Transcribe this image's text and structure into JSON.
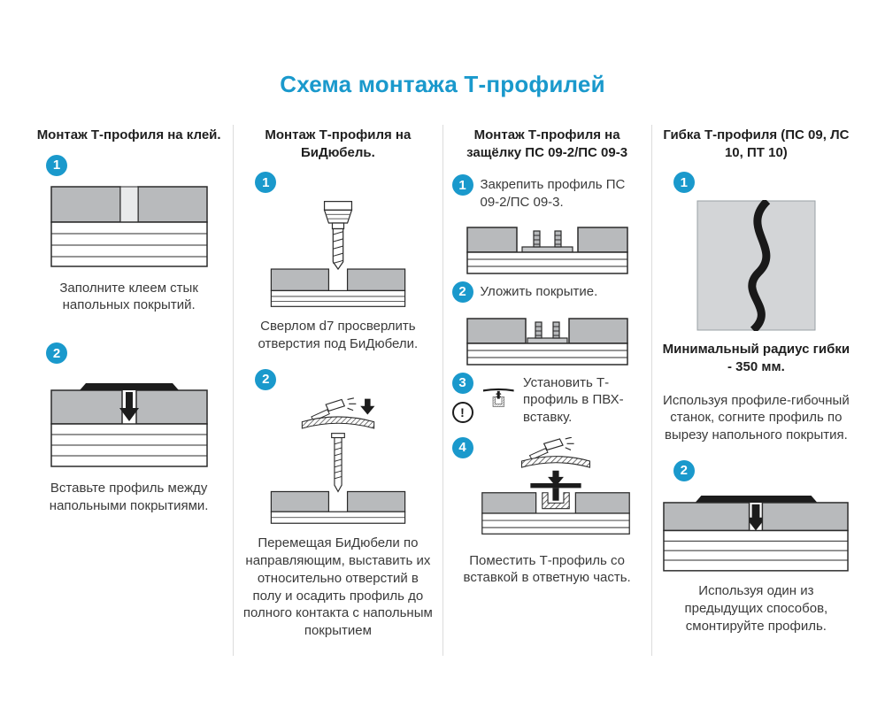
{
  "title": "Схема монтажа Т-профилей",
  "colors": {
    "accent": "#1a99cc",
    "covering_gray": "#b8babc",
    "profile_black": "#1c1c1c"
  },
  "col1": {
    "heading": "Монтаж Т-профиля на клей.",
    "step1": {
      "num": "1",
      "caption": "Заполните клеем стык напольных покрытий."
    },
    "step2": {
      "num": "2",
      "caption": "Вставьте профиль между напольными покрытиями."
    }
  },
  "col2": {
    "heading": "Монтаж Т-профиля на БиДюбель.",
    "step1": {
      "num": "1",
      "caption": "Сверлом d7 просверлить отверстия под БиДюбели."
    },
    "step2": {
      "num": "2",
      "caption": "Перемещая БиДюбели по направляющим, выставить их относительно отверстий в полу и осадить профиль до полного контакта с напольным покрытием"
    }
  },
  "col3": {
    "heading": "Монтаж Т-профиля на защёлку ПС 09-2/ПС 09-3",
    "step1": {
      "num": "1",
      "caption": "Закрепить профиль ПС 09-2/ПС 09-3."
    },
    "step2": {
      "num": "2",
      "caption": "Уложить покрытие."
    },
    "step3": {
      "num": "3",
      "warning_mark": "!",
      "caption": "Установить Т-профиль в ПВХ-вставку."
    },
    "step4": {
      "num": "4",
      "caption": "Поместить Т-профиль со вставкой в ответную часть."
    }
  },
  "col4": {
    "heading": "Гибка Т-профиля (ПС 09, ЛС 10, ПТ 10)",
    "step1": {
      "num": "1",
      "bold_caption": "Минимальный радиус гибки - 350 мм.",
      "caption": "Используя профиле-гибочный станок, согните профиль по вырезу напольного покрытия."
    },
    "step2": {
      "num": "2",
      "caption": "Используя один из предыдущих способов, смонтируйте профиль."
    }
  }
}
